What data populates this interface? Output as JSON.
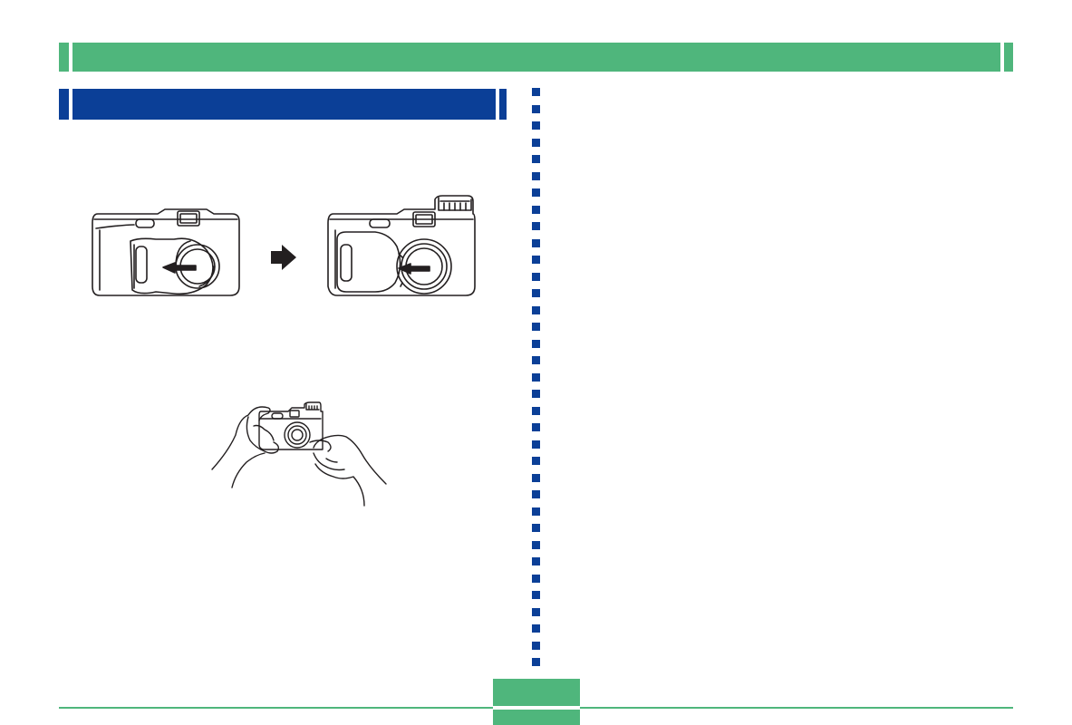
{
  "header": {
    "bar_color": "#4fb67c",
    "title": ""
  },
  "section": {
    "bar_color": "#0b3f97",
    "heading": ""
  },
  "divider": {
    "color": "#0b3f97"
  },
  "illustrations": {
    "camera_closed": "camera-lens-cover-closed-illustration",
    "arrow": "right-arrow-icon",
    "camera_open": "camera-lens-cover-open-illustration",
    "hands_holding": "hands-holding-camera-illustration"
  },
  "footer": {
    "page_number": ""
  }
}
